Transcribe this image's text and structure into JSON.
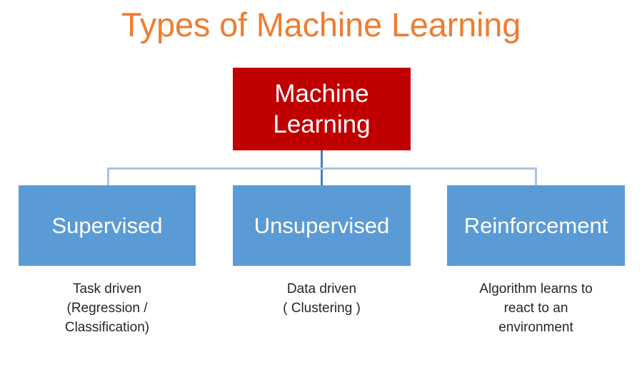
{
  "slide": {
    "title": "Types of Machine Learning",
    "background_color": "#FFFFFF",
    "title_color": "#ED7D31"
  },
  "diagram": {
    "type": "hierarchy-tree",
    "root": {
      "label_lines": [
        "Machine",
        "Learning"
      ],
      "label": "Machine Learning",
      "fill_color": "#C00000",
      "text_color": "#FFFFFF"
    },
    "connector_color": "#A9C4E0",
    "connector_stem_color": "#4A7EBB",
    "children": [
      {
        "label": "Supervised",
        "fill_color": "#5B9BD5",
        "text_color": "#FFFFFF",
        "caption_lines": [
          "Task driven",
          "(Regression /",
          "Classification)"
        ],
        "caption": "Task driven (Regression / Classification)"
      },
      {
        "label": "Unsupervised",
        "fill_color": "#5B9BD5",
        "text_color": "#FFFFFF",
        "caption_lines": [
          "Data driven",
          "( Clustering )"
        ],
        "caption": "Data driven ( Clustering )"
      },
      {
        "label": "Reinforcement",
        "fill_color": "#5B9BD5",
        "text_color": "#FFFFFF",
        "caption_lines": [
          "Algorithm learns to",
          "react to an",
          "environment"
        ],
        "caption": "Algorithm learns to react to an environment"
      }
    ]
  }
}
